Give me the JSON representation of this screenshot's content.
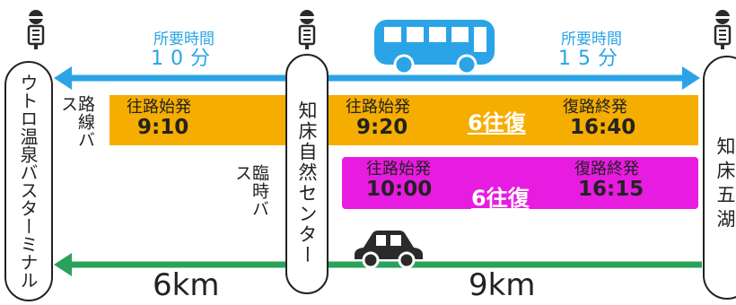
{
  "colors": {
    "bus_arrow": "#2aa4e6",
    "car_arrow": "#2aa25a",
    "regular_band": "#f5ad00",
    "temporary_band": "#e81be0",
    "text_dark": "#222222",
    "icon_dark": "#2a2a2a"
  },
  "stops": {
    "left": "ウトロ温泉バスターミナル",
    "center": "知床自然センター",
    "right": "知床五湖"
  },
  "travel_time": {
    "left": {
      "label": "所要時間",
      "value": "10分"
    },
    "right": {
      "label": "所要時間",
      "value": "15分"
    }
  },
  "routes": {
    "regular": {
      "name": "路線バス",
      "outbound_first_left": {
        "label": "往路始発",
        "time": "9:10"
      },
      "outbound_first_center": {
        "label": "往路始発",
        "time": "9:20"
      },
      "frequency": "6往復",
      "return_last": {
        "label": "復路終発",
        "time": "16:40"
      }
    },
    "temporary": {
      "name": "臨時バス",
      "outbound_first": {
        "label": "往路始発",
        "time": "10:00"
      },
      "frequency": "6往復",
      "return_last": {
        "label": "復路終発",
        "time": "16:15"
      }
    }
  },
  "distance": {
    "left": "6km",
    "right": "9km"
  },
  "icons": [
    "bus-stop-icon",
    "bus-icon",
    "car-icon",
    "arrow-right-icon",
    "arrow-left-icon"
  ]
}
